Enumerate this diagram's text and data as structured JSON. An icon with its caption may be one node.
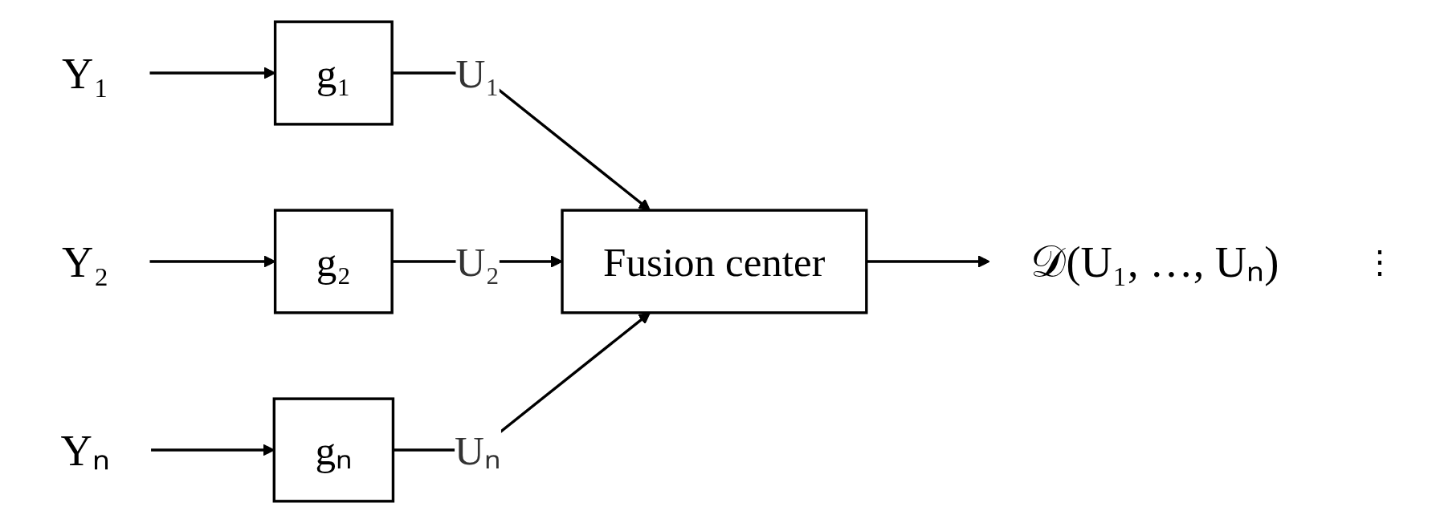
{
  "diagram": {
    "nodes": [
      {
        "text": [
          "Y₁"
        ]
      },
      {
        "text": [
          "g₁"
        ]
      },
      {
        "text": [
          "Y₂"
        ]
      },
      {
        "text": [
          "g₂"
        ]
      },
      {
        "text": [
          "Yₙ"
        ]
      },
      {
        "text": [
          "gₙ"
        ]
      },
      {
        "text": [
          "Fusion center"
        ]
      },
      {
        "text": [
          "𝒟(U₁, …, Uₙ)"
        ]
      }
    ],
    "edges": [
      {
        "from": 0,
        "to": 1,
        "arrow": "to"
      },
      {
        "from": 2,
        "to": 3,
        "arrow": "to"
      },
      {
        "from": 4,
        "to": 5,
        "arrow": "to"
      },
      {
        "from": 1,
        "to": 6,
        "arrow": "to",
        "label": "U₁"
      },
      {
        "from": 3,
        "to": 6,
        "arrow": "to",
        "label": "U₂"
      },
      {
        "from": 5,
        "to": 6,
        "arrow": "to",
        "label": "Uₙ"
      },
      {
        "from": 6,
        "to": 7,
        "arrow": "to"
      }
    ],
    "labels": [
      "⋮"
    ]
  }
}
